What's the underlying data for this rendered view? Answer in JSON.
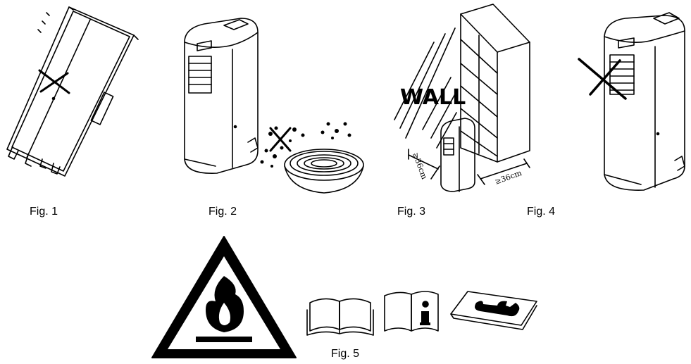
{
  "figures": {
    "fig1": {
      "label": "Fig. 1"
    },
    "fig2": {
      "label": "Fig. 2"
    },
    "fig3": {
      "label": "Fig. 3",
      "wall_text": "WALL",
      "dim_side": "≥36cm",
      "dim_back": "≥36cm"
    },
    "fig4": {
      "label": "Fig. 4"
    },
    "fig5": {
      "label": "Fig. 5"
    }
  },
  "icons": [
    "unit-lying-down-icon",
    "unit-near-water-icon",
    "clearance-icon",
    "blocked-grille-icon",
    "flammable-warning-icon",
    "read-manual-icon",
    "info-manual-icon",
    "service-manual-icon"
  ]
}
